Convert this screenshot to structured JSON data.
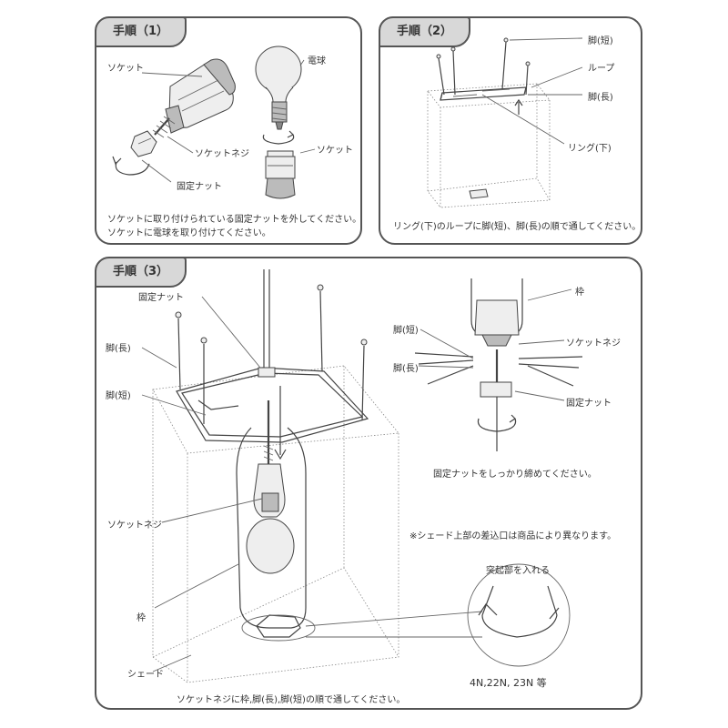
{
  "steps": [
    {
      "tab": "手順（1）",
      "labels": {
        "socket_top": "ソケット",
        "bulb": "電球",
        "socket_screw": "ソケットネジ",
        "socket_right": "ソケット",
        "fixing_nut": "固定ナット"
      },
      "notes": [
        "ソケットに取り付けられている固定ナットを外してください。",
        "ソケットに電球を取り付けてください。"
      ]
    },
    {
      "tab": "手順（2）",
      "labels": {
        "leg_short": "脚(短)",
        "loop": "ループ",
        "leg_long": "脚(長)",
        "ring_lower": "リング(下)"
      },
      "notes": [
        "リング(下)のループに脚(短)、脚(長)の順で通してください。"
      ]
    },
    {
      "tab": "手順（3）",
      "labels": {
        "fixing_nut": "固定ナット",
        "leg_long": "脚(長)",
        "leg_short": "脚(短)",
        "socket_screw": "ソケットネジ",
        "frame": "枠",
        "shade": "シェード"
      },
      "detail_labels": {
        "frame": "枠",
        "leg_short": "脚(短)",
        "socket_screw": "ソケットネジ",
        "leg_long": "脚(長)",
        "fixing_nut": "固定ナット"
      },
      "detail_note": "固定ナットをしっかり締めてください。",
      "shade_note": "※シェード上部の差込口は商品により異なります。",
      "insert_label": "突起部を入れる",
      "models": "4N,22N, 23N 等",
      "notes": [
        "ソケットネジに枠,脚(長),脚(短)の順で通してください。"
      ]
    }
  ]
}
